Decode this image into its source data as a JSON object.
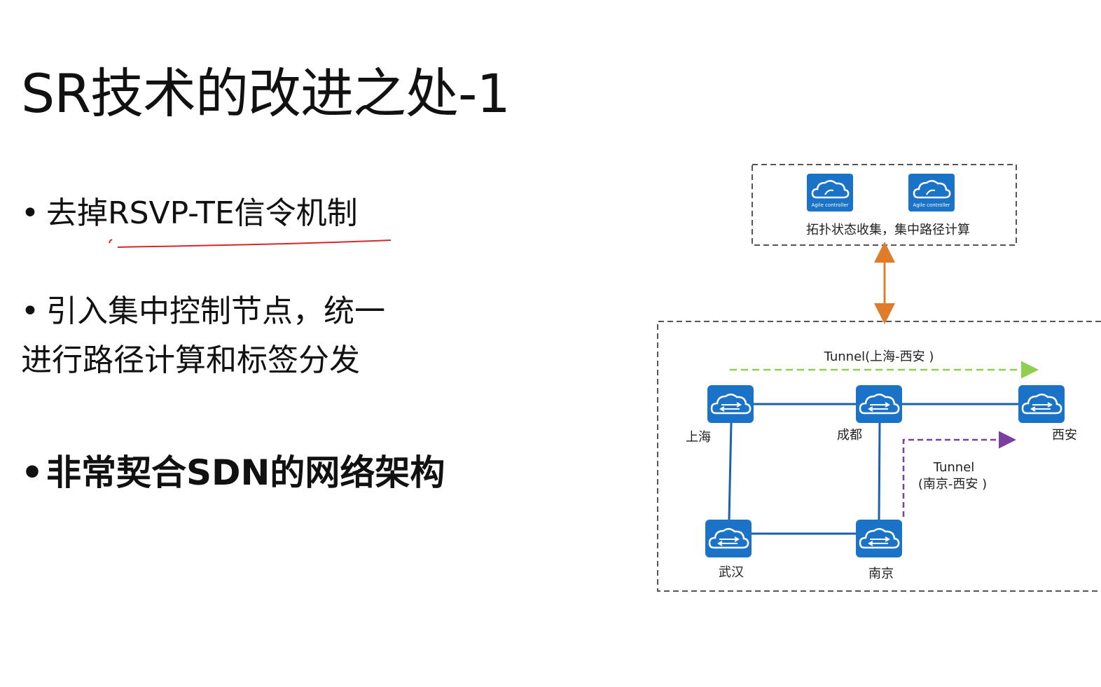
{
  "slide": {
    "title": "SR技术的改进之处-1",
    "bullets": [
      {
        "marker": "•",
        "text": "去掉RSVP-TE信令机制"
      },
      {
        "marker": "•",
        "text_line1": "引入集中控制节点，统一",
        "text_line2": "进行路径计算和标签分发"
      },
      {
        "marker": "•",
        "text": "非常契合SDN的网络架构"
      }
    ]
  },
  "diagram": {
    "controller_box": {
      "caption": "拓扑状态收集，集中路径计算",
      "controllers": [
        {
          "icon": "cloud-controller-icon",
          "label": "Agile controller"
        },
        {
          "icon": "cloud-controller-icon",
          "label": "Agile controller"
        }
      ]
    },
    "nodes": [
      {
        "id": "shanghai",
        "label": "上海",
        "icon": "router-icon"
      },
      {
        "id": "chengdu",
        "label": "成都",
        "icon": "router-icon"
      },
      {
        "id": "xian",
        "label": "西安",
        "icon": "router-icon"
      },
      {
        "id": "wuhan",
        "label": "武汉",
        "icon": "router-icon"
      },
      {
        "id": "nanjing",
        "label": "南京",
        "icon": "router-icon"
      }
    ],
    "tunnels": [
      {
        "label": "Tunnel(上海-西安 )",
        "color": "#8fcf4f"
      },
      {
        "label_line1": "Tunnel",
        "label_line2": "(南京-西安 )",
        "color": "#7b3fa0"
      }
    ],
    "colors": {
      "link": "#1d62a8",
      "icon_fill": "#1a73c6",
      "control_arrow": "#e07b2a",
      "dash_border": "#555555",
      "annotation_underline": "#d62828"
    }
  }
}
